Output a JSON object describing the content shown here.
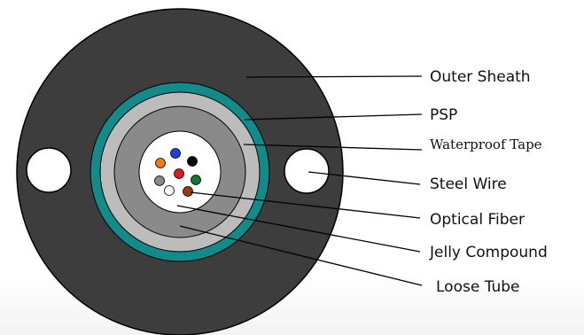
{
  "labels": {
    "outer_sheath": "Outer Sheath",
    "psp": "PSP",
    "waterproof_tape": "Waterproof Tape",
    "steel_wire": "Steel Wire",
    "optical_fiber": "Optical Fiber",
    "jelly_compound": "Jelly Compound",
    "loose_tube": "Loose Tube"
  },
  "colors": {
    "outer_sheath": "#3d3d3d",
    "psp": "#138b8b",
    "waterproof_tape": "#bcbcbc",
    "loose_tube": "#8a8a8a",
    "jelly_compound": "#ffffff",
    "steel_wire": "#ffffff"
  },
  "fiber_colors": [
    "#1f3fd6",
    "#000000",
    "#f07a1a",
    "#e01b1b",
    "#0f7a2a",
    "#8a8a8a",
    "#ffffff",
    "#9a3a10"
  ]
}
